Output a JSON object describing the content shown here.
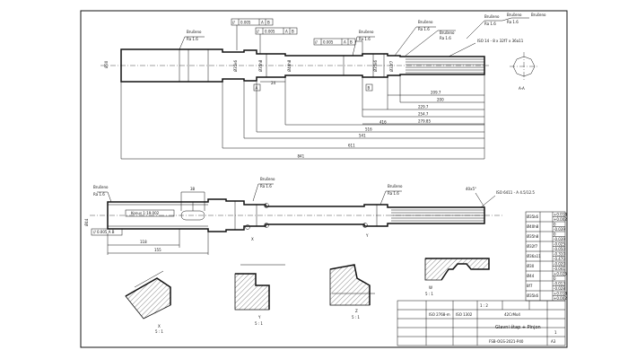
{
  "top_view": {
    "callouts": [
      {
        "text": "Brušeno",
        "sub": "Ra 1.6"
      },
      {
        "text": "Brušeno",
        "sub": "Ra 1.6"
      },
      {
        "text": "Brušeno",
        "sub": "Ra 1.6"
      },
      {
        "text": "Brušeno",
        "sub": "Ra 1.6"
      },
      {
        "text": "Brušeno",
        "sub": "Ra 1.6"
      },
      {
        "text": "Brušeno",
        "sub": "Ra 1.6"
      }
    ],
    "tolerance_frames": [
      {
        "symbol": "//",
        "value": "0.005",
        "ref1": "A",
        "ref2": "B"
      },
      {
        "symbol": "//",
        "value": "0.005",
        "ref1": "A",
        "ref2": "B"
      },
      {
        "symbol": "//",
        "value": "0.005",
        "ref1": "A",
        "ref2": "B"
      }
    ],
    "spline_note": "ISO 14 - 8 x 32f7 x 36a11",
    "diameters": [
      "Ø30",
      "Ø35k6",
      "Ø35h8",
      "Ø40h8",
      "Ø35k6",
      "Ø32f7"
    ],
    "datum_a": "A",
    "datum_b": "B",
    "small_dim": "24",
    "horizontal_dims": [
      "200",
      "209.7",
      "229.7",
      "254.7",
      "279.85",
      "416",
      "516",
      "541",
      "611",
      "841"
    ],
    "section_label": "A-A"
  },
  "middle_view": {
    "callouts": [
      {
        "text": "Brušeno",
        "sub": "Ra 1.6"
      },
      {
        "text": "Brušeno",
        "sub": "Ra 1.6"
      }
    ],
    "left_callout": {
      "text": "Brušeno",
      "sub": "Ra 1.6"
    },
    "keyway_label": "Konus 1:19.002",
    "keyway_width": "38",
    "dim_118": "118",
    "dim_155": "155",
    "left_diameter": "Ø44",
    "frame_left": "// 0.005 A B",
    "angle": "40x5°",
    "spline_note": "ISO 6411 - A 4.5/12.5",
    "view_x_marker": "X",
    "view_y_marker": "Y"
  },
  "details": [
    {
      "name": "X",
      "scale": "5 : 1"
    },
    {
      "name": "Y",
      "scale": "5 : 1"
    },
    {
      "name": "Z",
      "scale": "5 : 1"
    },
    {
      "name": "W",
      "scale": "5 : 1"
    }
  ],
  "tolerance_table": [
    {
      "dim": "Ø35k6",
      "up": "+0.018",
      "low": "+0.002"
    },
    {
      "dim": "Ø40h8",
      "up": "0",
      "low": "-0.039"
    },
    {
      "dim": "Ø35h8",
      "up": "0",
      "low": "-0.039"
    },
    {
      "dim": "Ø32f7",
      "up": "-0.025",
      "low": "-0.050"
    },
    {
      "dim": "Ø36a11",
      "up": "-0.310",
      "low": "-0.470"
    },
    {
      "dim": "Ø30",
      "up": "-0.020",
      "low": "-0.041"
    },
    {
      "dim": "Ø44",
      "up": "+0.025",
      "low": "0"
    },
    {
      "dim": "8f7",
      "up": "-0.013",
      "low": "-0.028"
    },
    {
      "dim": "Ø35k6",
      "up": "+0.018",
      "low": "+0.002"
    }
  ],
  "title_block": {
    "std1": "ISO 2768-m",
    "std2": "ISO 1302",
    "material": "42CrMo4",
    "part_name": "Glavni štap + Pinjon",
    "drawing_no": "FSB-OGS-2021-P40",
    "sheet": "1",
    "format": "A3",
    "scale": "1 : 2"
  }
}
